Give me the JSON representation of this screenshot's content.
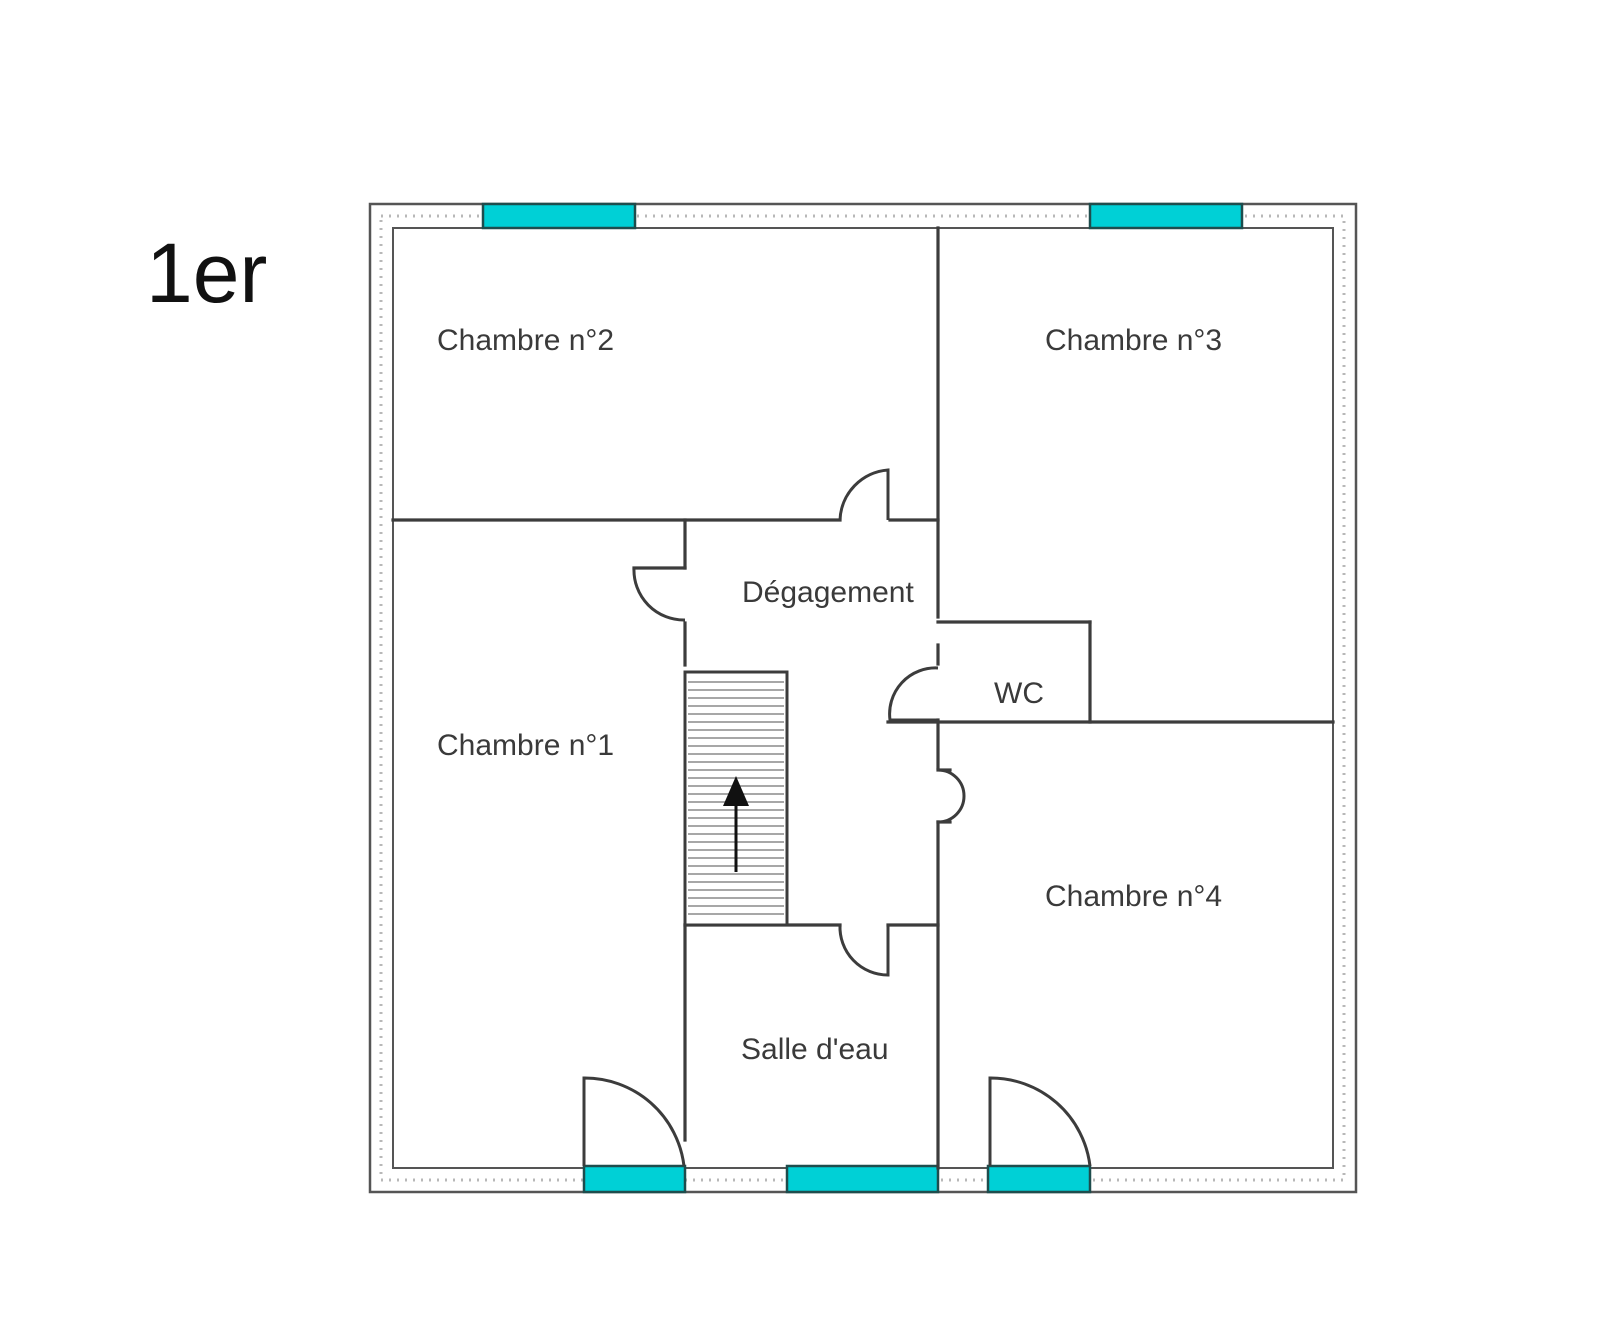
{
  "floor_label": "1er",
  "rooms": {
    "chambre_2": "Chambre n°2",
    "chambre_3": "Chambre n°3",
    "chambre_1": "Chambre n°1",
    "chambre_4": "Chambre n°4",
    "degagement": "Dégagement",
    "wc": "WC",
    "salle_eau": "Salle d'eau"
  },
  "colors": {
    "window": "#00d0d6",
    "wall": "#3c3c3c",
    "background": "#ffffff"
  }
}
